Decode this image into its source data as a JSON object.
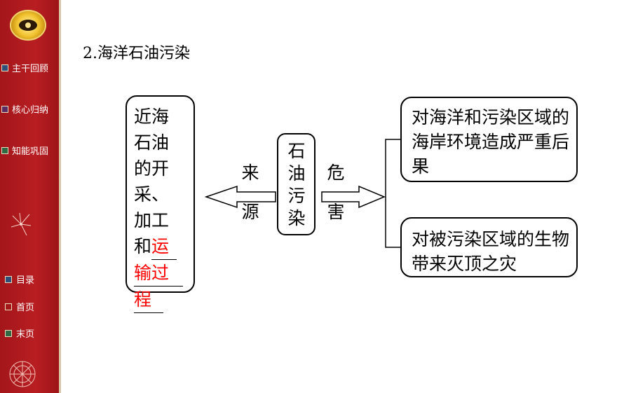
{
  "sidebar": {
    "nav": [
      {
        "label": "主干回顾"
      },
      {
        "label": "核心归纳"
      },
      {
        "label": "知能巩固"
      }
    ],
    "footer": [
      {
        "label": "目录"
      },
      {
        "label": "首页"
      },
      {
        "label": "末页"
      }
    ]
  },
  "slide": {
    "title": "2.海洋石油污染",
    "center_label": "石油污染",
    "left_arrow_label": [
      "来",
      "源"
    ],
    "right_arrow_label": [
      "危",
      "害"
    ],
    "source_box": {
      "lines": [
        "近海",
        "石油",
        "的开",
        "采、",
        "加工"
      ],
      "line6_prefix": "和",
      "answer": [
        "运",
        "输过",
        "程"
      ]
    },
    "harm_1": "对海洋和污染区域的海岸环境造成严重后果",
    "harm_2": "对被污染区域的生物带来灭顶之灾"
  },
  "colors": {
    "sidebar": "#b01a1e",
    "answer": "#ff0000"
  }
}
